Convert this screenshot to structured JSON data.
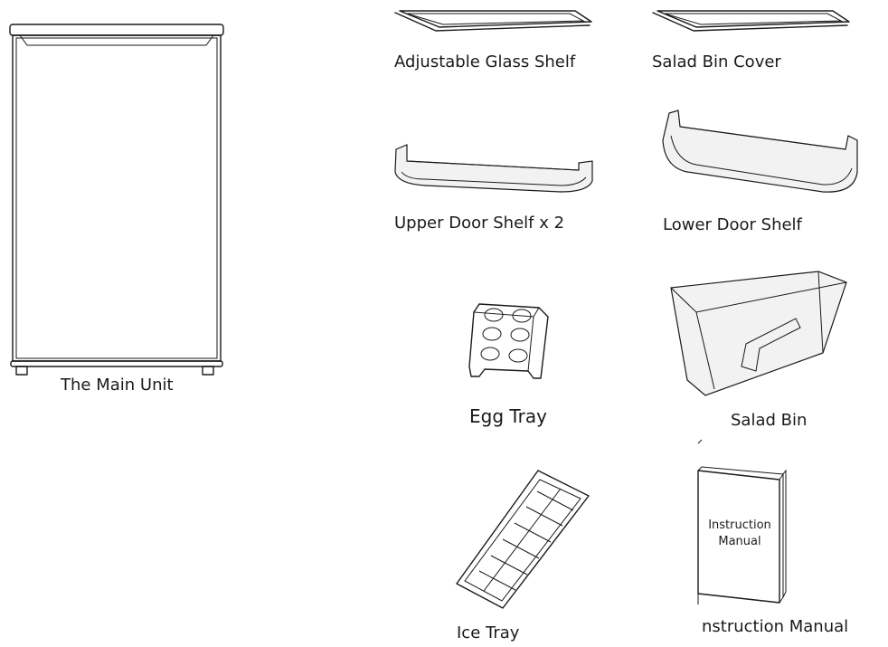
{
  "items": [
    {
      "label": "The Main Unit"
    },
    {
      "label": "Adjustable Glass Shelf"
    },
    {
      "label": "Salad Bin Cover"
    },
    {
      "label": "Upper Door Shelf x 2"
    },
    {
      "label": "Lower Door Shelf"
    },
    {
      "label": "Egg Tray"
    },
    {
      "label": "Salad Bin"
    },
    {
      "label": "Ice Tray"
    },
    {
      "label": "nstruction Manual"
    }
  ],
  "manual_cover": {
    "line1": "Instruction",
    "line2": "Manual"
  }
}
